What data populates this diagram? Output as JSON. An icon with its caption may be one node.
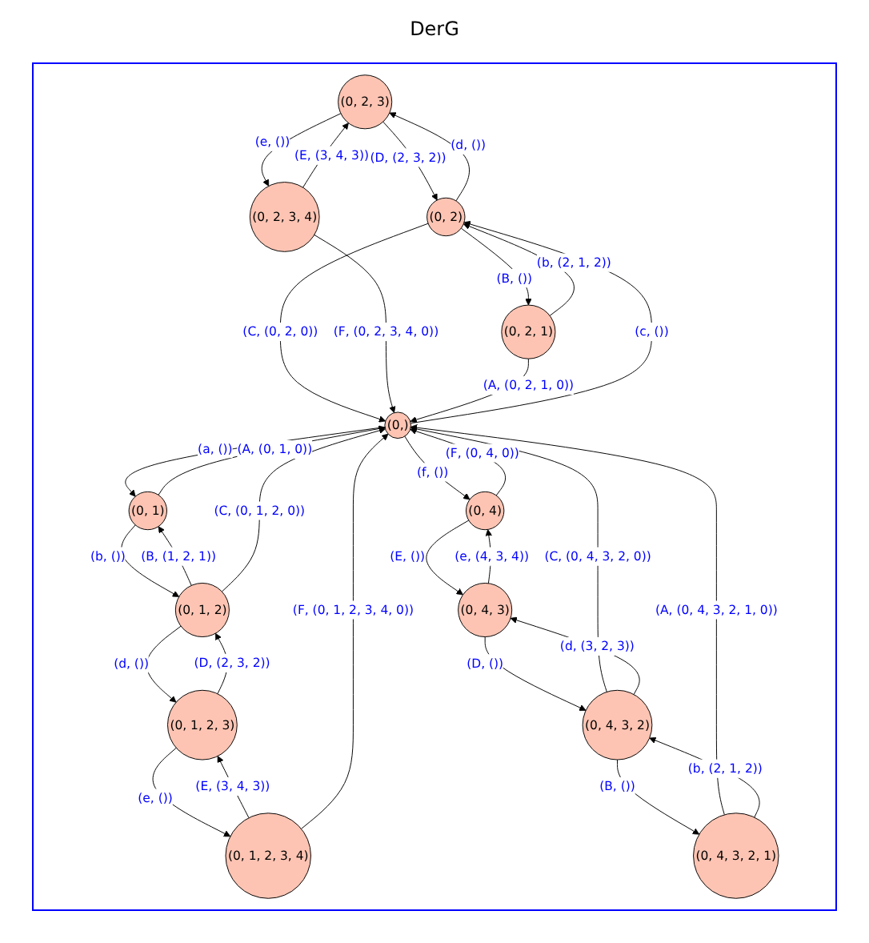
{
  "diagram": {
    "title": "DerG",
    "nodes": [
      {
        "text": [
          "(0, 2, 3)"
        ]
      },
      {
        "text": [
          "(0, 2)"
        ]
      },
      {
        "text": [
          "(0, 2, 3, 4)"
        ]
      },
      {
        "text": [
          "(0, 2, 1)"
        ]
      },
      {
        "text": [
          "(0, 1, 2, 3, 4)"
        ]
      },
      {
        "text": [
          "(0, 1, 2, 3)"
        ]
      },
      {
        "text": [
          "(0,)"
        ]
      },
      {
        "text": [
          "(0, 4, 3, 2, 1)"
        ]
      },
      {
        "text": [
          "(0, 1, 2)"
        ]
      },
      {
        "text": [
          "(0, 1)"
        ]
      },
      {
        "text": [
          "(0, 4, 3, 2)"
        ]
      },
      {
        "text": [
          "(0, 4)"
        ]
      },
      {
        "text": [
          "(0, 4, 3)"
        ]
      }
    ],
    "edges": [
      {
        "from": 0,
        "to": 1,
        "arrow": "to",
        "label": "(D, (2, 3, 2))"
      },
      {
        "from": 0,
        "to": 2,
        "arrow": "to",
        "label": "(e, ())"
      },
      {
        "from": 1,
        "to": 0,
        "arrow": "to",
        "label": "(d, ())"
      },
      {
        "from": 1,
        "to": 3,
        "arrow": "to",
        "label": "(B, ())"
      },
      {
        "from": 1,
        "to": 6,
        "arrow": "to",
        "label": "(C, (0, 2, 0))"
      },
      {
        "from": 2,
        "to": 0,
        "arrow": "to",
        "label": "(E, (3, 4, 3))"
      },
      {
        "from": 2,
        "to": 6,
        "arrow": "to",
        "label": "(F, (0, 2, 3, 4, 0))"
      },
      {
        "from": 3,
        "to": 1,
        "arrow": "to",
        "label": "(b, (2, 1, 2))"
      },
      {
        "from": 3,
        "to": 6,
        "arrow": "to",
        "label": "(A, (0, 2, 1, 0))"
      },
      {
        "from": 4,
        "to": 5,
        "arrow": "to",
        "label": "(E, (3, 4, 3))"
      },
      {
        "from": 4,
        "to": 6,
        "arrow": "to",
        "label": "(F, (0, 1, 2, 3, 4, 0))"
      },
      {
        "from": 5,
        "to": 4,
        "arrow": "to",
        "label": "(e, ())"
      },
      {
        "from": 5,
        "to": 8,
        "arrow": "to",
        "label": "(D, (2, 3, 2))"
      },
      {
        "from": 6,
        "to": 9,
        "arrow": "to",
        "label": "(a, ())"
      },
      {
        "from": 6,
        "to": 1,
        "arrow": "to",
        "label": "(c, ())"
      },
      {
        "from": 6,
        "to": 11,
        "arrow": "to",
        "label": "(f, ())"
      },
      {
        "from": 7,
        "to": 6,
        "arrow": "to",
        "label": "(A, (0, 4, 3, 2, 1, 0))"
      },
      {
        "from": 7,
        "to": 10,
        "arrow": "to",
        "label": "(b, (2, 1, 2))"
      },
      {
        "from": 8,
        "to": 9,
        "arrow": "to",
        "label": "(B, (1, 2, 1))"
      },
      {
        "from": 8,
        "to": 6,
        "arrow": "to",
        "label": "(C, (0, 1, 2, 0))"
      },
      {
        "from": 8,
        "to": 5,
        "arrow": "to",
        "label": "(d, ())"
      },
      {
        "from": 9,
        "to": 6,
        "arrow": "to",
        "label": "(A, (0, 1, 0))"
      },
      {
        "from": 9,
        "to": 8,
        "arrow": "to",
        "label": "(b, ())"
      },
      {
        "from": 10,
        "to": 7,
        "arrow": "to",
        "label": "(B, ())"
      },
      {
        "from": 10,
        "to": 6,
        "arrow": "to",
        "label": "(C, (0, 4, 3, 2, 0))"
      },
      {
        "from": 10,
        "to": 12,
        "arrow": "to",
        "label": "(d, (3, 2, 3))"
      },
      {
        "from": 11,
        "to": 12,
        "arrow": "to",
        "label": "(E, ())"
      },
      {
        "from": 11,
        "to": 6,
        "arrow": "to",
        "label": "(F, (0, 4, 0))"
      },
      {
        "from": 12,
        "to": 10,
        "arrow": "to",
        "label": "(D, ())"
      },
      {
        "from": 12,
        "to": 11,
        "arrow": "to",
        "label": "(e, (4, 3, 4))"
      }
    ]
  }
}
